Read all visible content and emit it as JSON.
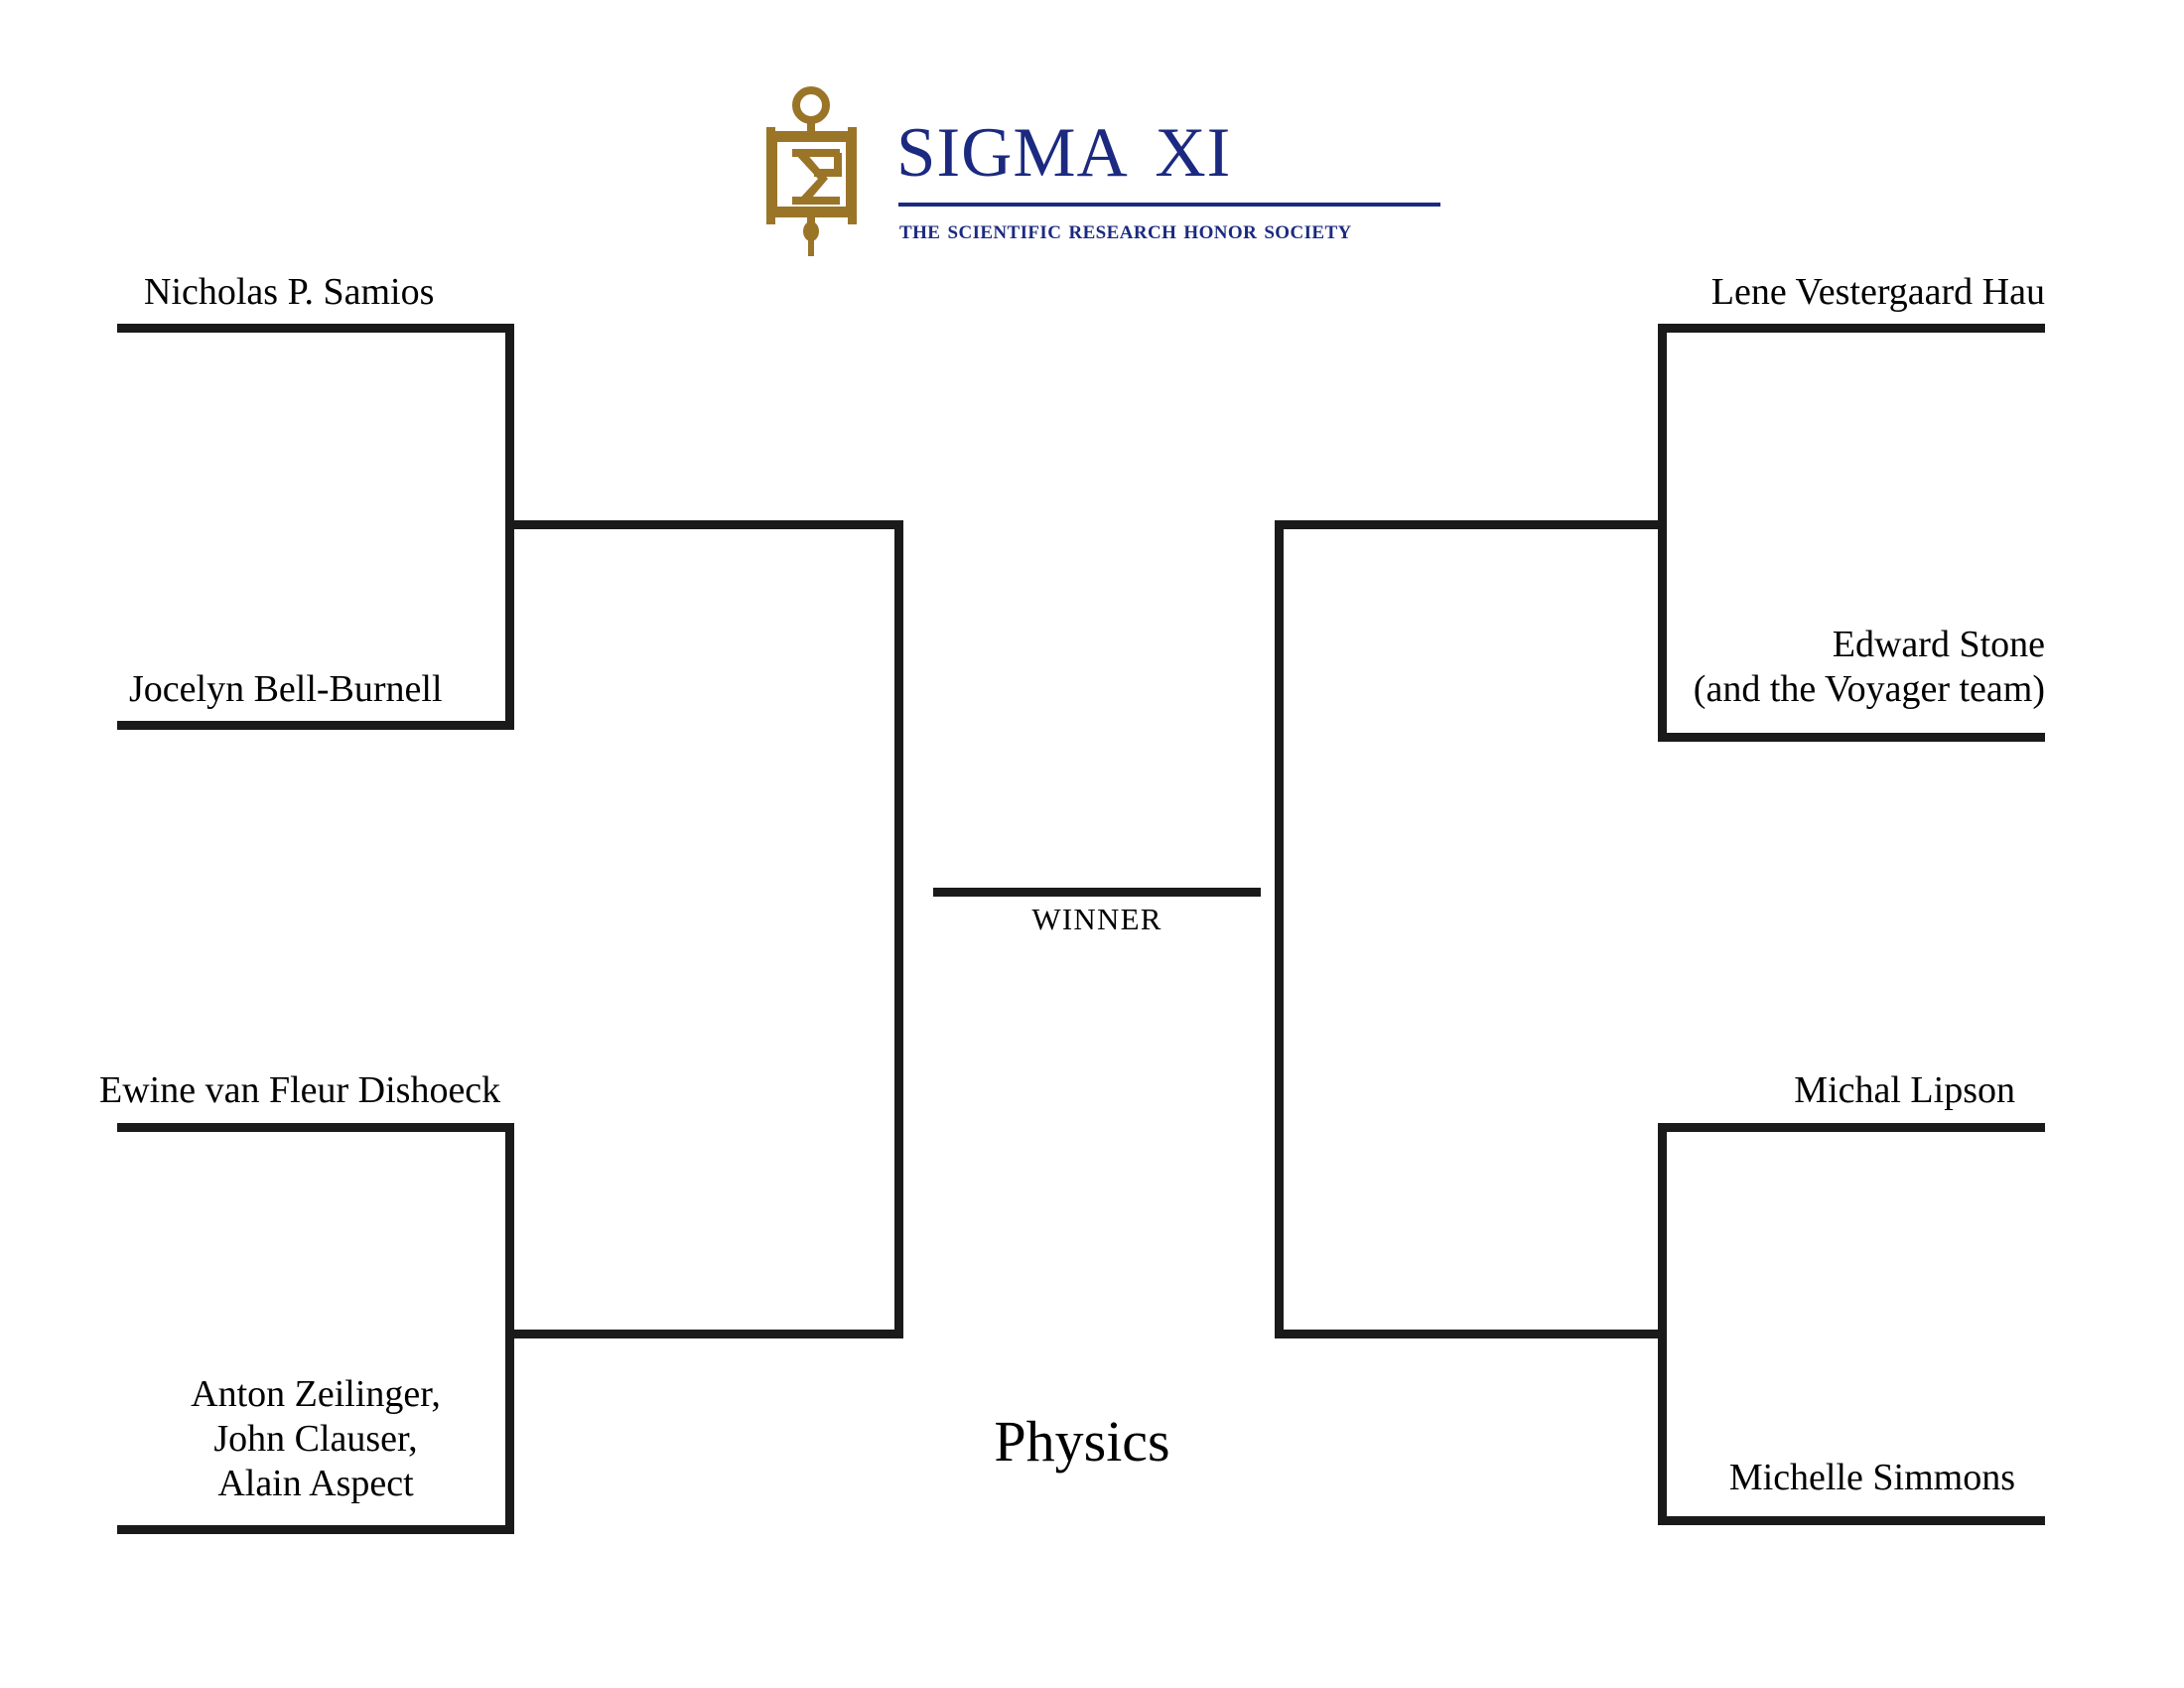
{
  "branding": {
    "emblem_name": "sigma-xi-key-emblem",
    "emblem_color": "#9a7528",
    "wordmark": "Sigma Xi",
    "tagline": "The Scientific Research Honor Society",
    "brand_color": "#1b2a80"
  },
  "bracket": {
    "discipline": "Physics",
    "final_label": "WINNER",
    "line_color": "#1a1a1a",
    "left_side": {
      "upper_matchup": {
        "top_seed": "Nicholas P. Samios",
        "bottom_seed": "Jocelyn Bell-Burnell"
      },
      "lower_matchup": {
        "top_seed": "Ewine van Fleur Dishoeck",
        "bottom_seed_line1": "Anton Zeilinger,",
        "bottom_seed_line2": "John Clauser,",
        "bottom_seed_line3": "Alain Aspect"
      }
    },
    "right_side": {
      "upper_matchup": {
        "top_seed": "Lene Vestergaard Hau",
        "bottom_seed_line1": "Edward Stone",
        "bottom_seed_line2": "(and the Voyager team)"
      },
      "lower_matchup": {
        "top_seed": "Michal Lipson",
        "bottom_seed": "Michelle Simmons"
      }
    }
  }
}
